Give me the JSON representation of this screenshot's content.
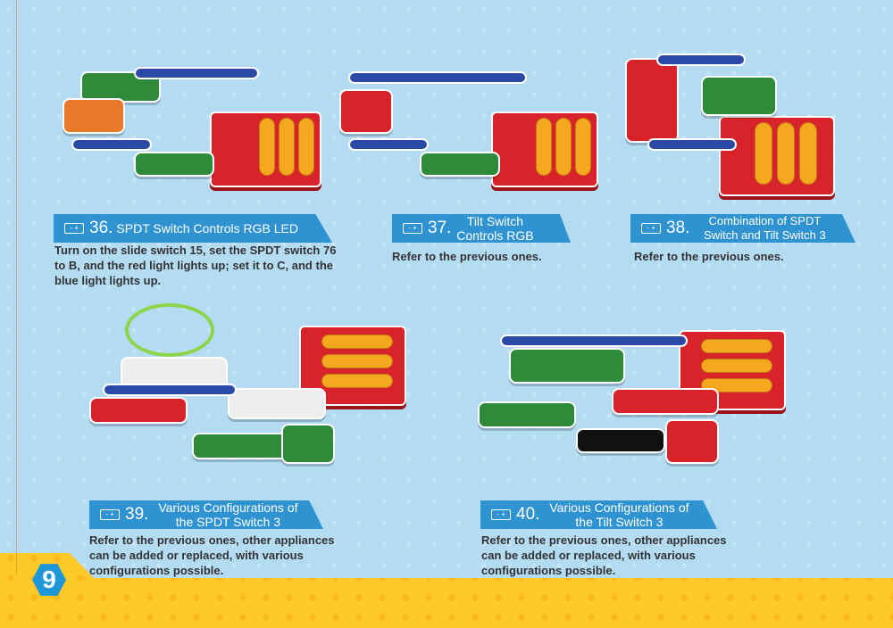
{
  "page_number": "9",
  "projects": [
    {
      "number": "36.",
      "title": "SPDT Switch Controls RGB LED",
      "description": "Turn on the slide switch 15, set the SPDT switch 76 to B, and the red light lights up; set it to C, and the blue light lights up."
    },
    {
      "number": "37.",
      "title": "Tilt Switch Controls RGB",
      "description": "Refer to the previous ones."
    },
    {
      "number": "38.",
      "title": "Combination of SPDT Switch and Tilt Switch 3",
      "description": "Refer to the previous ones."
    },
    {
      "number": "39.",
      "title": "Various Configurations of the SPDT Switch 3",
      "description": "Refer to the previous ones, other appliances can be added or replaced, with various configurations possible."
    },
    {
      "number": "40.",
      "title": "Various Configurations of the Tilt Switch 3",
      "description": "Refer to the previous ones, other appliances can be added or replaced, with various configurations possible."
    }
  ],
  "battery_icon_label": "- +",
  "colors": {
    "banner": "#2f93d2",
    "background": "#b3dcf3",
    "footer": "#ffc928",
    "battery_box": "#d8232a"
  }
}
